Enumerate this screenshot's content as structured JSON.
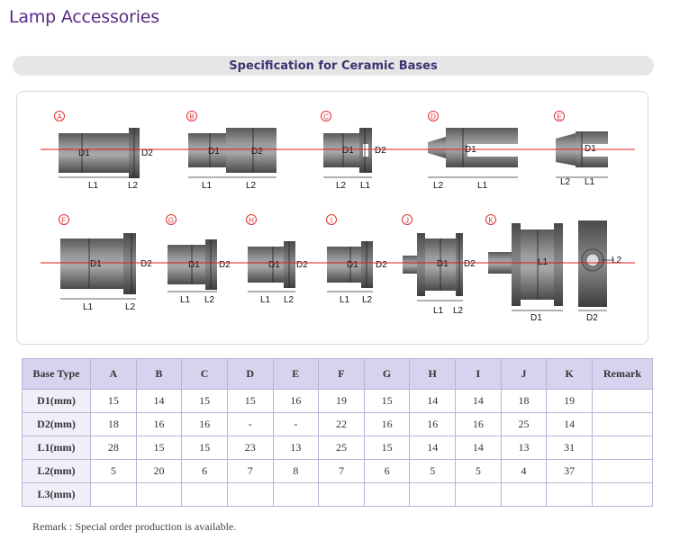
{
  "page": {
    "title": "Lamp Accessories"
  },
  "section": {
    "title": "Specification for Ceramic Bases"
  },
  "diagram": {
    "items": [
      {
        "letter": "A",
        "labels": [
          "D1",
          "D2",
          "L1",
          "L2"
        ]
      },
      {
        "letter": "B",
        "labels": [
          "D1",
          "D2",
          "L1",
          "L2"
        ]
      },
      {
        "letter": "C",
        "labels": [
          "D1",
          "D2",
          "L2",
          "L1"
        ]
      },
      {
        "letter": "D",
        "labels": [
          "D1",
          "L2",
          "L1"
        ]
      },
      {
        "letter": "E",
        "labels": [
          "D1",
          "L2",
          "L1"
        ]
      },
      {
        "letter": "F",
        "labels": [
          "D1",
          "D2",
          "L1",
          "L2"
        ]
      },
      {
        "letter": "G",
        "labels": [
          "D1",
          "D2",
          "L1",
          "L2"
        ]
      },
      {
        "letter": "H",
        "labels": [
          "D1",
          "D2",
          "L1",
          "L2"
        ]
      },
      {
        "letter": "I",
        "labels": [
          "D1",
          "D2",
          "L1",
          "L2"
        ]
      },
      {
        "letter": "J",
        "labels": [
          "D1",
          "D2",
          "L1",
          "L2"
        ]
      },
      {
        "letter": "K",
        "labels": [
          "L1",
          "L2",
          "D1",
          "D2"
        ]
      }
    ]
  },
  "table": {
    "headers": [
      "Base Type",
      "A",
      "B",
      "C",
      "D",
      "E",
      "F",
      "G",
      "H",
      "I",
      "J",
      "K",
      "Remark"
    ],
    "rows": [
      {
        "label": "D1(mm)",
        "cells": [
          "15",
          "14",
          "15",
          "15",
          "16",
          "19",
          "15",
          "14",
          "14",
          "18",
          "19",
          ""
        ]
      },
      {
        "label": "D2(mm)",
        "cells": [
          "18",
          "16",
          "16",
          "-",
          "-",
          "22",
          "16",
          "16",
          "16",
          "25",
          "14",
          ""
        ]
      },
      {
        "label": "L1(mm)",
        "cells": [
          "28",
          "15",
          "15",
          "23",
          "13",
          "25",
          "15",
          "14",
          "14",
          "13",
          "31",
          ""
        ]
      },
      {
        "label": "L2(mm)",
        "cells": [
          "5",
          "20",
          "6",
          "7",
          "8",
          "7",
          "6",
          "5",
          "5",
          "4",
          "37",
          ""
        ]
      },
      {
        "label": "L3(mm)",
        "cells": [
          "",
          "",
          "",
          "",
          "",
          "",
          "",
          "",
          "",
          "",
          "",
          ""
        ]
      }
    ]
  },
  "remark": {
    "text": "Remark : Special order production is available."
  }
}
